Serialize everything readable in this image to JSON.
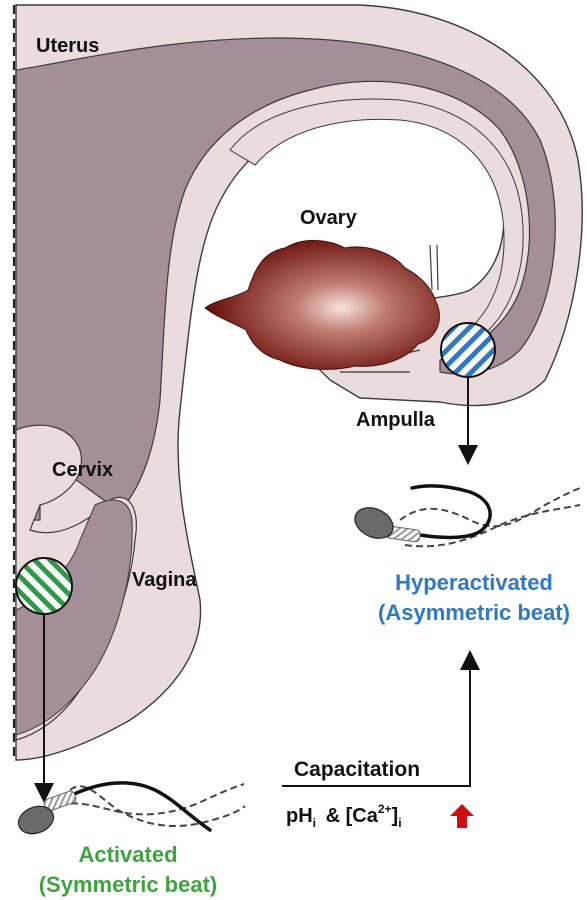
{
  "labels": {
    "uterus": "Uterus",
    "ovary": "Ovary",
    "ampulla": "Ampulla",
    "cervix": "Cervix",
    "vagina": "Vagina"
  },
  "states": {
    "hyperactivated_line1": "Hyperactivated",
    "hyperactivated_line2": "(Asymmetric beat)",
    "activated_line1": "Activated",
    "activated_line2": "(Symmetric beat)"
  },
  "process": {
    "capacitation": "Capacitation",
    "ph_symbol": "pH",
    "ph_sub": "i",
    "amp": "&",
    "ca_open": "[Ca",
    "ca_sup": "2+",
    "ca_close": "]",
    "ca_sub": "i"
  },
  "colors": {
    "tissue_light": "#eadcdc",
    "tissue_dark": "#a48f99",
    "outline": "#3a3a3a",
    "ovary": "#7a1a14",
    "hyperactivated_text": "#2f78c4",
    "activated_text": "#3fa33f",
    "increase_arrow": "#d01010",
    "zoom_blue": "#2f78c4",
    "zoom_green": "#2e9a48"
  },
  "icons": {
    "increase": "up-arrow-icon"
  }
}
